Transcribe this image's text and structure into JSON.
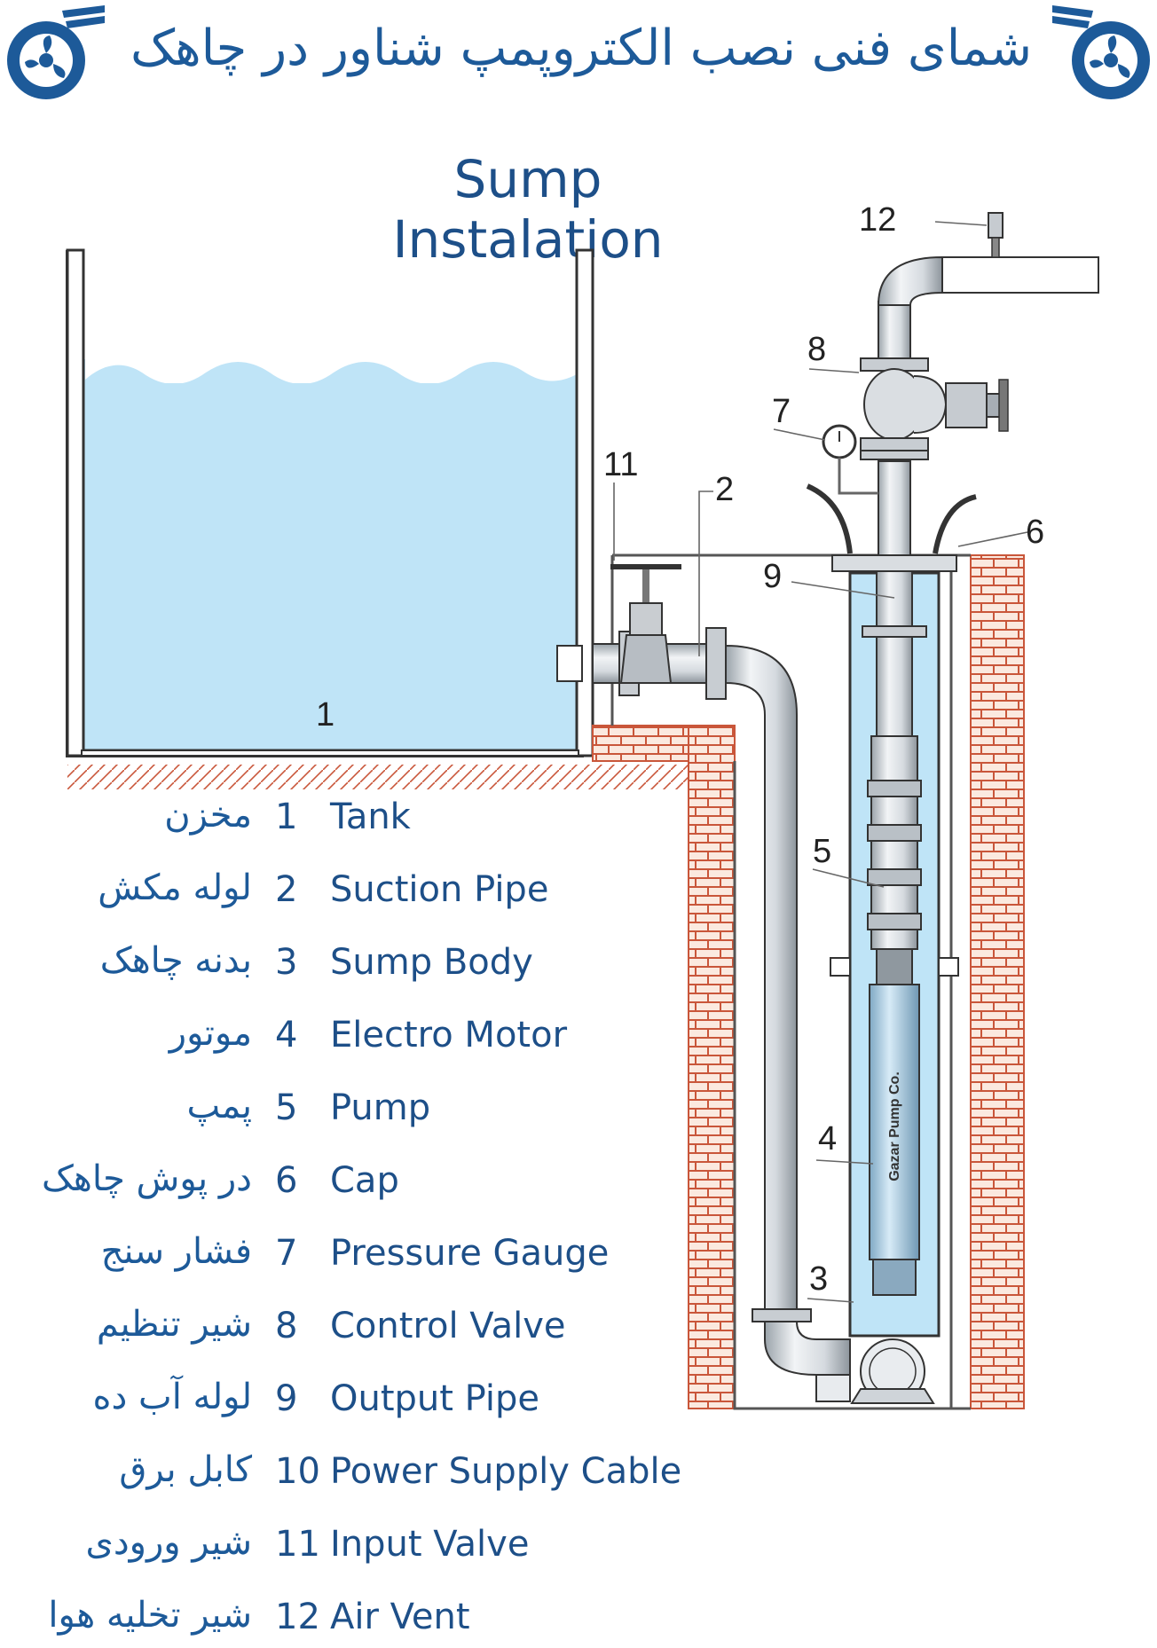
{
  "header": {
    "title_fa": "شمای فنی نصب الکتروپمپ شناور در چاهک",
    "title_en": "Sump Instalation"
  },
  "logo": {
    "icon": "fan-logo-icon",
    "color": "#1d5a99"
  },
  "motor_brand": "Gazar Pump Co.",
  "callouts": [
    "1",
    "2",
    "3",
    "4",
    "5",
    "6",
    "7",
    "8",
    "9",
    "11",
    "12"
  ],
  "legend": [
    {
      "number": "1",
      "en": "Tank",
      "fa": "مخزن"
    },
    {
      "number": "2",
      "en": "Suction Pipe",
      "fa": "لوله مکش"
    },
    {
      "number": "3",
      "en": "Sump Body",
      "fa": "بدنه چاهک"
    },
    {
      "number": "4",
      "en": "Electro Motor",
      "fa": "موتور"
    },
    {
      "number": "5",
      "en": "Pump",
      "fa": "پمپ"
    },
    {
      "number": "6",
      "en": "Cap",
      "fa": "در پوش چاهک"
    },
    {
      "number": "7",
      "en": "Pressure Gauge",
      "fa": "فشار سنج"
    },
    {
      "number": "8",
      "en": "Control Valve",
      "fa": "شیر تنظیم"
    },
    {
      "number": "9",
      "en": "Output Pipe",
      "fa": "لوله آب ده"
    },
    {
      "number": "10",
      "en": "Power Supply Cable",
      "fa": "کابل برق"
    },
    {
      "number": "11",
      "en": "Input Valve",
      "fa": "شیر ورودی"
    },
    {
      "number": "12",
      "en": "Air Vent",
      "fa": "شیر تخلیه هوا"
    }
  ],
  "colors": {
    "water": "#bfe4f7",
    "brick": "#c9563a",
    "brick_fill": "#fbe9df",
    "text_blue": "#1d4f88",
    "pipe": "#d8dde2"
  }
}
